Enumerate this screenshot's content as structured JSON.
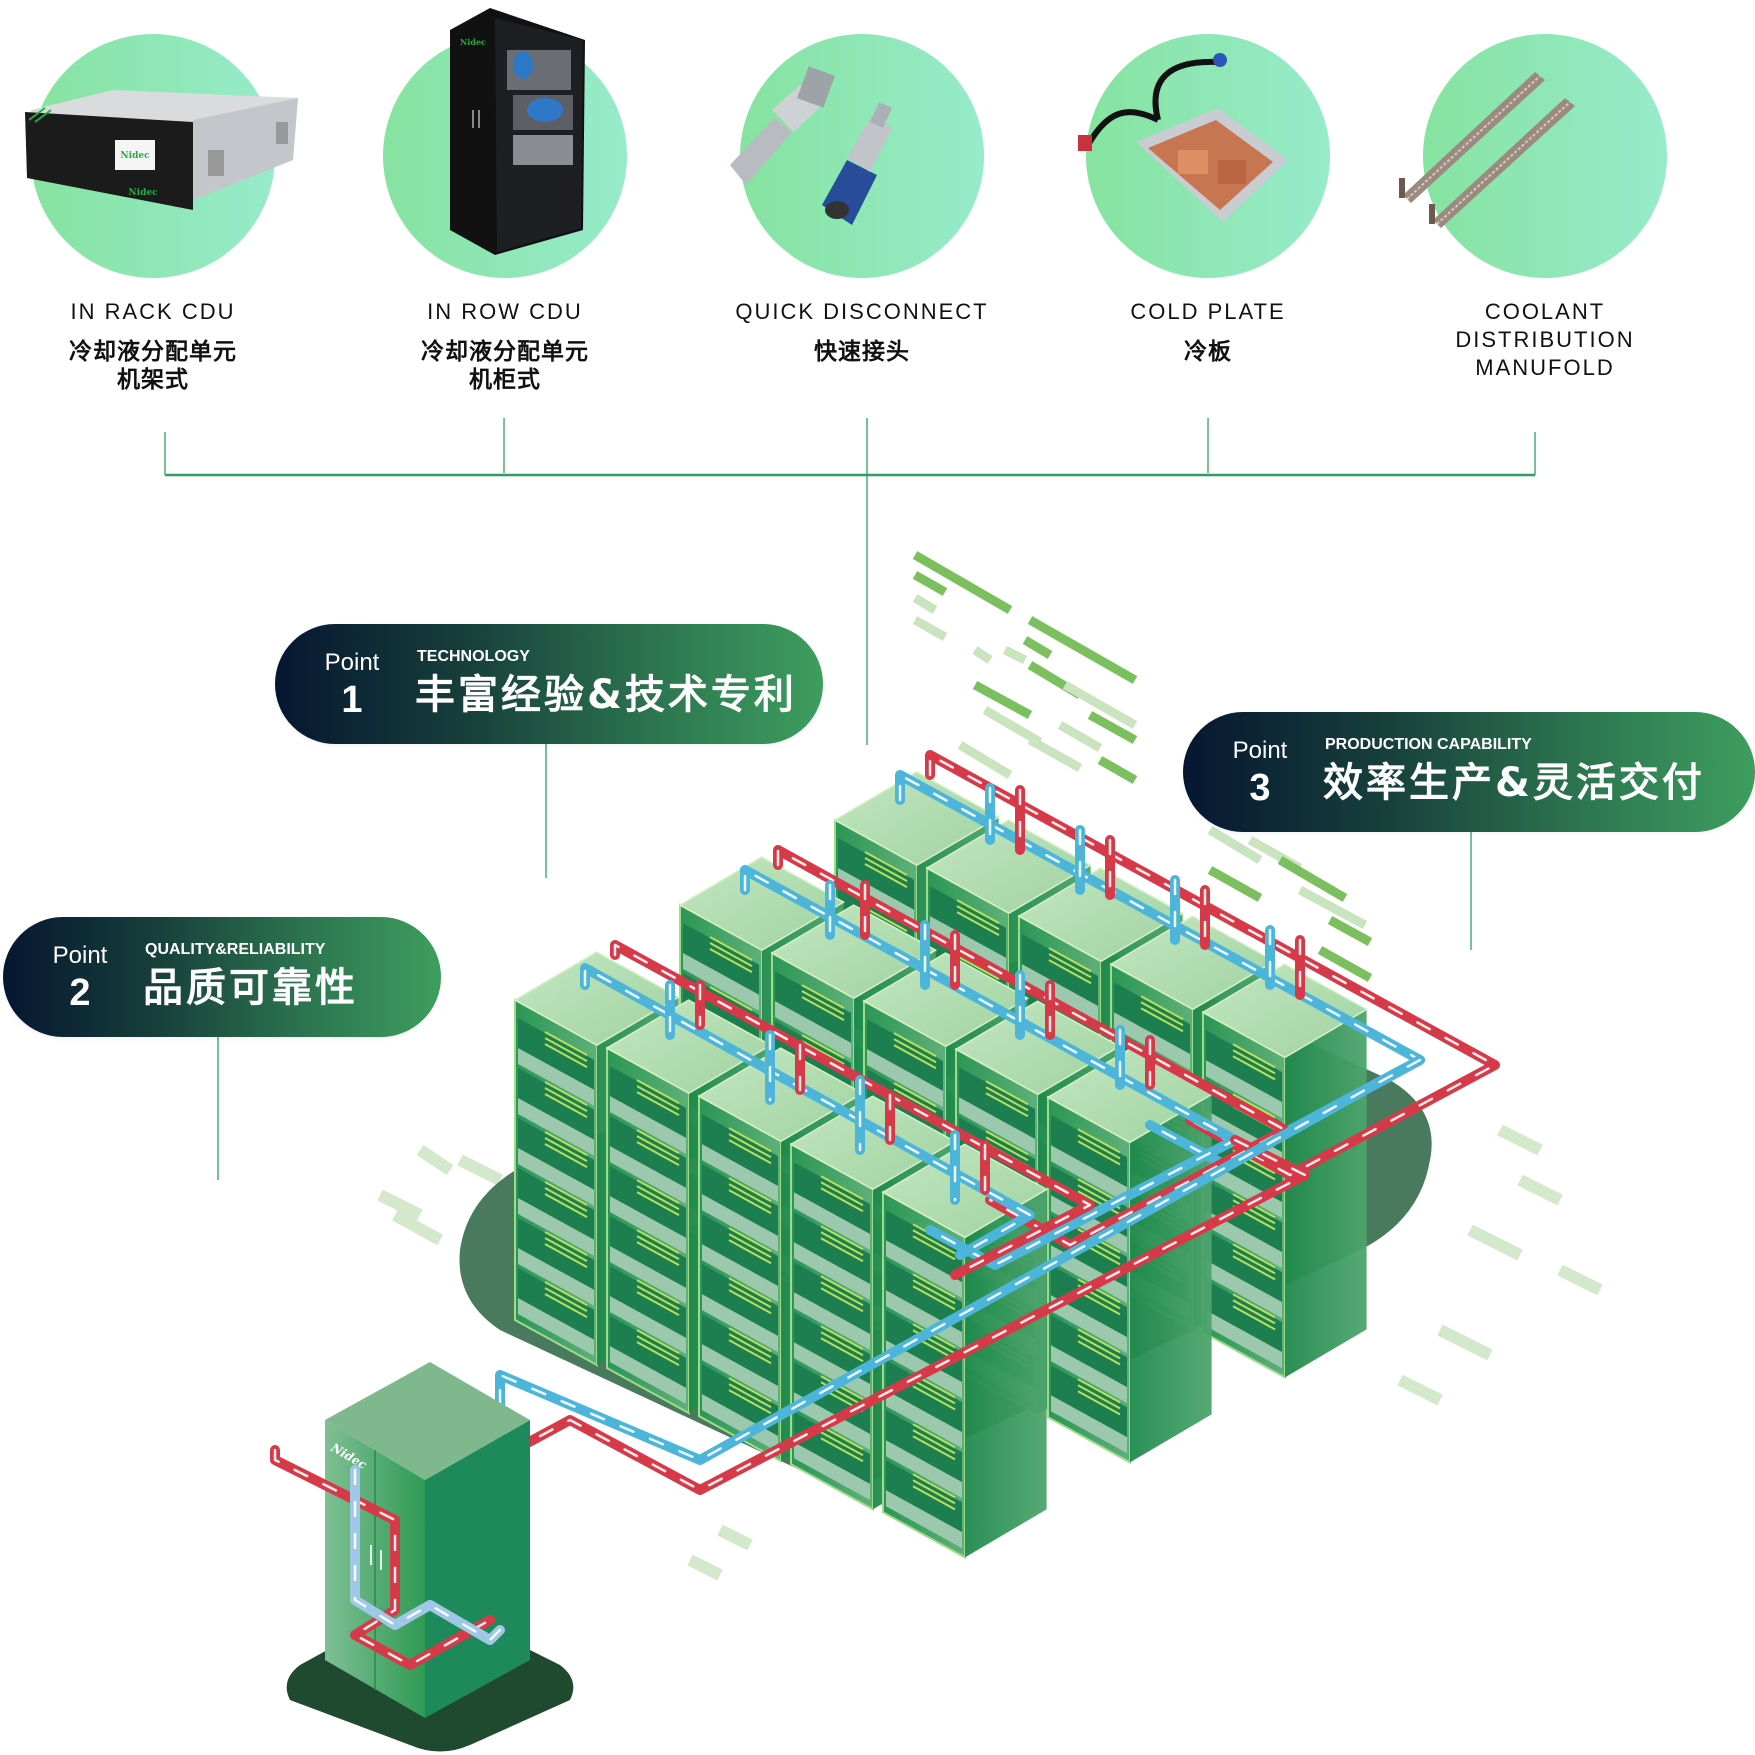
{
  "products": [
    {
      "id": "in-rack-cdu",
      "en": "IN RACK CDU",
      "zh": "冷却液分配单元\n机架式",
      "brand": "Nidec"
    },
    {
      "id": "in-row-cdu",
      "en": "IN ROW CDU",
      "zh": "冷却液分配单元\n机柜式",
      "brand": "Nidec"
    },
    {
      "id": "quick-disconnect",
      "en": "QUICK DISCONNECT",
      "zh": "快速接头"
    },
    {
      "id": "cold-plate",
      "en": "COLD PLATE",
      "zh": "冷板"
    },
    {
      "id": "coolant-distribution-manifold",
      "en": "COOLANT DISTRIBUTION MANUFOLD",
      "zh": ""
    }
  ],
  "points": [
    {
      "label": "Point",
      "number": "1",
      "subtitle": "TECHNOLOGY",
      "title": "丰富经验&技术专利"
    },
    {
      "label": "Point",
      "number": "2",
      "subtitle": "QUALITY&RELIABILITY",
      "title": "品质可靠性"
    },
    {
      "label": "Point",
      "number": "3",
      "subtitle": "PRODUCTION CAPABILITY",
      "title": "效率生产&灵活交付"
    }
  ],
  "illustration": {
    "cdu_brand": "Nidec",
    "rack_rows": 3,
    "racks_per_row": 5,
    "pipe_colors": {
      "supply": "#4db5da",
      "return": "#d63a48"
    },
    "accent": "#3d9e5e",
    "circle_gradient": [
      "#86e3a0",
      "#97ebcb"
    ],
    "pill_gradient": [
      "#061631",
      "#3d9e5e"
    ]
  }
}
